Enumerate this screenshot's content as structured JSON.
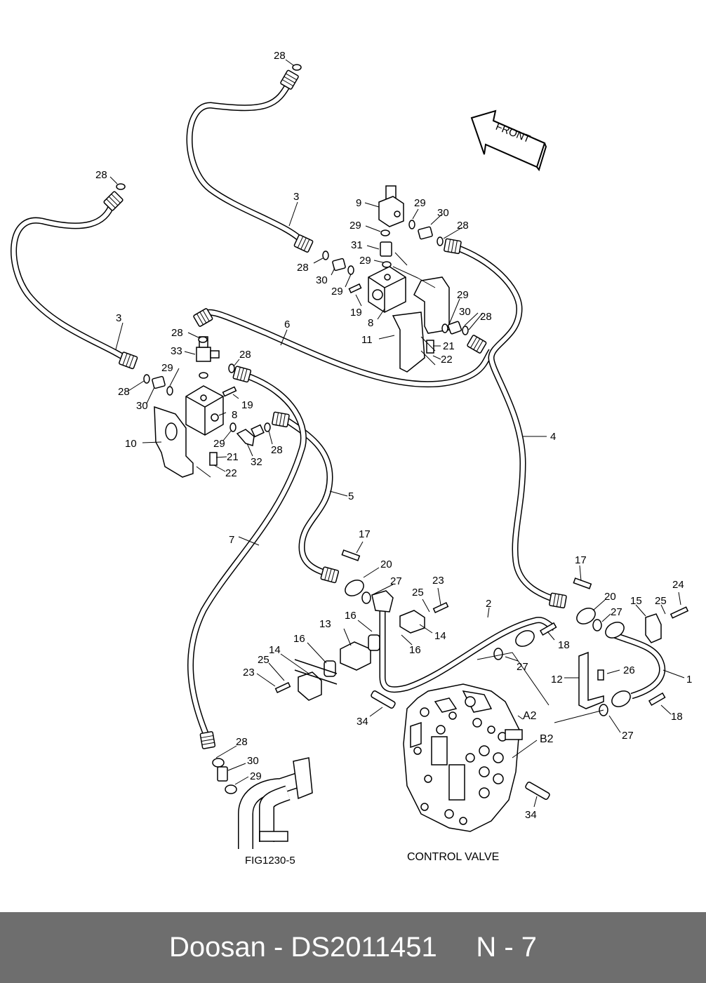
{
  "front_label": "FRONT",
  "fig_ref": "FIG1230-5",
  "control_valve": "CONTROL VALVE",
  "port_labels": [
    "A2",
    "B2"
  ],
  "callouts": [
    {
      "id": "c1",
      "text": "28"
    },
    {
      "id": "c2",
      "text": "28"
    },
    {
      "id": "c3",
      "text": "3"
    },
    {
      "id": "c4",
      "text": "3"
    },
    {
      "id": "c5",
      "text": "9"
    },
    {
      "id": "c6",
      "text": "29"
    },
    {
      "id": "c7",
      "text": "30"
    },
    {
      "id": "c8",
      "text": "28"
    },
    {
      "id": "c9",
      "text": "29"
    },
    {
      "id": "c10",
      "text": "31"
    },
    {
      "id": "c11",
      "text": "29"
    },
    {
      "id": "c12",
      "text": "28"
    },
    {
      "id": "c13",
      "text": "30"
    },
    {
      "id": "c14",
      "text": "29"
    },
    {
      "id": "c15",
      "text": "19"
    },
    {
      "id": "c16",
      "text": "8"
    },
    {
      "id": "c17",
      "text": "29"
    },
    {
      "id": "c18",
      "text": "30"
    },
    {
      "id": "c19",
      "text": "28"
    },
    {
      "id": "c20",
      "text": "11"
    },
    {
      "id": "c21",
      "text": "21"
    },
    {
      "id": "c22",
      "text": "22"
    },
    {
      "id": "c23",
      "text": "6"
    },
    {
      "id": "c24",
      "text": "28"
    },
    {
      "id": "c25",
      "text": "33"
    },
    {
      "id": "c26",
      "text": "28"
    },
    {
      "id": "c27",
      "text": "29"
    },
    {
      "id": "c28",
      "text": "28"
    },
    {
      "id": "c29",
      "text": "30"
    },
    {
      "id": "c30",
      "text": "19"
    },
    {
      "id": "c31",
      "text": "8"
    },
    {
      "id": "c32",
      "text": "10"
    },
    {
      "id": "c33",
      "text": "29"
    },
    {
      "id": "c34",
      "text": "32"
    },
    {
      "id": "c35",
      "text": "28"
    },
    {
      "id": "c36",
      "text": "21"
    },
    {
      "id": "c37",
      "text": "22"
    },
    {
      "id": "c38",
      "text": "4"
    },
    {
      "id": "c39",
      "text": "5"
    },
    {
      "id": "c40",
      "text": "7"
    },
    {
      "id": "c41",
      "text": "17"
    },
    {
      "id": "c42",
      "text": "20"
    },
    {
      "id": "c43",
      "text": "27"
    },
    {
      "id": "c44",
      "text": "23"
    },
    {
      "id": "c45",
      "text": "25"
    },
    {
      "id": "c46",
      "text": "16"
    },
    {
      "id": "c47",
      "text": "14"
    },
    {
      "id": "c48",
      "text": "16"
    },
    {
      "id": "c49",
      "text": "13"
    },
    {
      "id": "c50",
      "text": "16"
    },
    {
      "id": "c51",
      "text": "14"
    },
    {
      "id": "c52",
      "text": "25"
    },
    {
      "id": "c53",
      "text": "23"
    },
    {
      "id": "c54",
      "text": "2"
    },
    {
      "id": "c55",
      "text": "18"
    },
    {
      "id": "c56",
      "text": "27"
    },
    {
      "id": "c57",
      "text": "17"
    },
    {
      "id": "c58",
      "text": "20"
    },
    {
      "id": "c59",
      "text": "27"
    },
    {
      "id": "c60",
      "text": "15"
    },
    {
      "id": "c61",
      "text": "25"
    },
    {
      "id": "c62",
      "text": "24"
    },
    {
      "id": "c63",
      "text": "12"
    },
    {
      "id": "c64",
      "text": "26"
    },
    {
      "id": "c65",
      "text": "1"
    },
    {
      "id": "c66",
      "text": "18"
    },
    {
      "id": "c67",
      "text": "27"
    },
    {
      "id": "c68",
      "text": "34"
    },
    {
      "id": "c69",
      "text": "34"
    },
    {
      "id": "c70",
      "text": "28"
    },
    {
      "id": "c71",
      "text": "30"
    },
    {
      "id": "c72",
      "text": "29"
    }
  ],
  "footer": {
    "brand": "Doosan",
    "sep1": " - ",
    "part_no": "DS2011451",
    "gap": "     ",
    "page": "N - 7"
  }
}
